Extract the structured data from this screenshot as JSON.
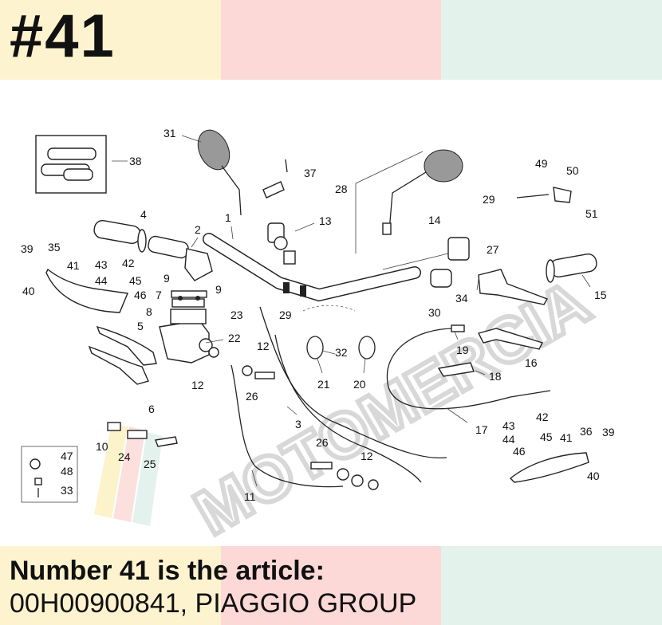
{
  "header": {
    "number": "#41"
  },
  "watermark": {
    "text": "MOTOMERCIA"
  },
  "footer": {
    "line1": "Number 41 is the article:",
    "line2": "00H00900841, PIAGGIO GROUP"
  },
  "colors": {
    "yellow": "#fdf3cf",
    "pink": "#fcd9d6",
    "mint": "#e3f3ec",
    "watermark": "#c8c8c8"
  },
  "labels": [
    "31",
    "38",
    "37",
    "28",
    "49",
    "50",
    "4",
    "1",
    "2",
    "13",
    "14",
    "29",
    "51",
    "39",
    "35",
    "41",
    "43",
    "42",
    "44",
    "45",
    "46",
    "9",
    "9",
    "7",
    "8",
    "23",
    "27",
    "15",
    "40",
    "34",
    "30",
    "29",
    "5",
    "22",
    "12",
    "32",
    "19",
    "16",
    "21",
    "20",
    "18",
    "6",
    "12",
    "26",
    "3",
    "17",
    "43",
    "42",
    "44",
    "45",
    "41",
    "36",
    "39",
    "46",
    "40",
    "10",
    "24",
    "25",
    "47",
    "48",
    "33",
    "26",
    "12",
    "11"
  ]
}
